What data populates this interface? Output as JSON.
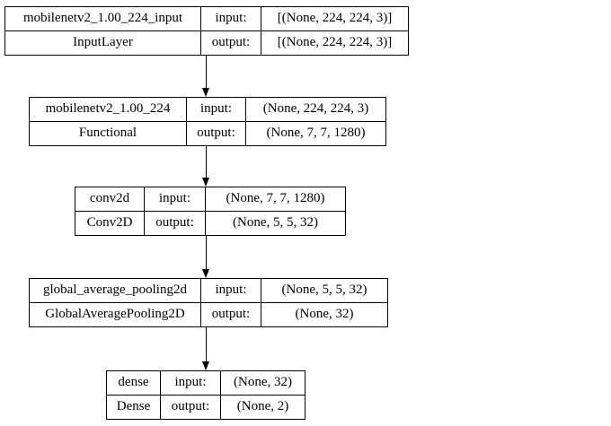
{
  "diagram": {
    "description": "Keras model architecture plot",
    "io_labels": {
      "input": "input:",
      "output": "output:"
    },
    "layers": [
      {
        "name": "mobilenetv2_1.00_224_input",
        "type": "InputLayer",
        "input_shape": "[(None, 224, 224, 3)]",
        "output_shape": "[(None, 224, 224, 3)]"
      },
      {
        "name": "mobilenetv2_1.00_224",
        "type": "Functional",
        "input_shape": "(None, 224, 224, 3)",
        "output_shape": "(None, 7, 7, 1280)"
      },
      {
        "name": "conv2d",
        "type": "Conv2D",
        "input_shape": "(None, 7, 7, 1280)",
        "output_shape": "(None, 5, 5, 32)"
      },
      {
        "name": "global_average_pooling2d",
        "type": "GlobalAveragePooling2D",
        "input_shape": "(None, 5, 5, 32)",
        "output_shape": "(None, 32)"
      },
      {
        "name": "dense",
        "type": "Dense",
        "input_shape": "(None, 32)",
        "output_shape": "(None, 2)"
      }
    ],
    "colors": {
      "border": "#000000",
      "background": "#ffffff",
      "text": "#000000",
      "arrow": "#000000"
    }
  }
}
